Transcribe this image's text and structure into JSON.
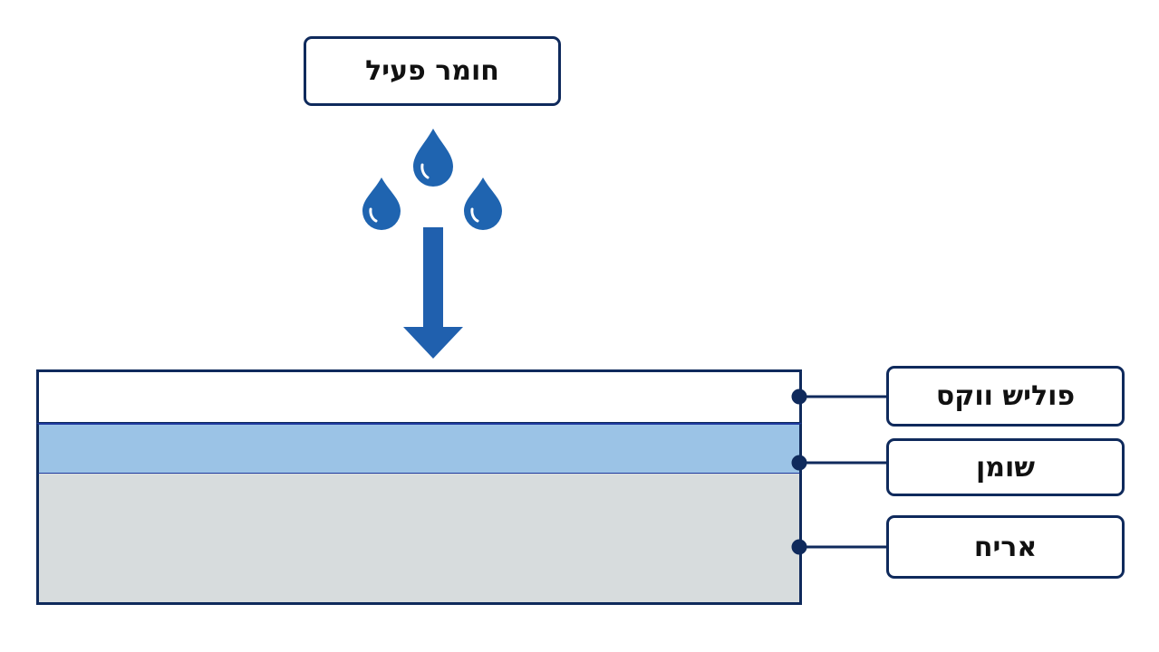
{
  "labels": {
    "active_material": "חומר פעיל",
    "polish_wax": "פוליש ווקס",
    "oil": "שומן",
    "wood": "אריח"
  },
  "colors": {
    "outline": "#0f2a5c",
    "drop": "#1f64b0",
    "arrow": "#2060ae",
    "oil_layer": "#9bc3e6",
    "wood_layer": "#d7dcdd"
  },
  "icons": [
    "water-drop-icon",
    "down-arrow-icon"
  ]
}
